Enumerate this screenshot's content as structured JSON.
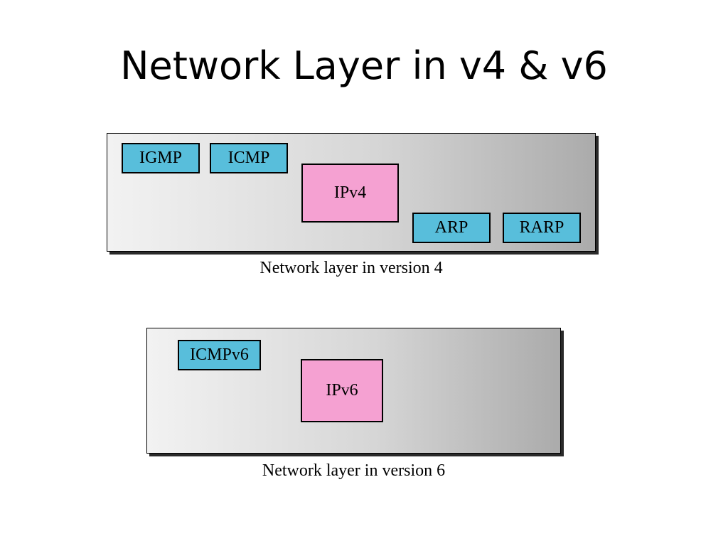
{
  "title": "Network Layer in v4 & v6",
  "diagrams": [
    {
      "caption": "Network layer in version 4",
      "protocols": [
        "IGMP",
        "ICMP",
        "IPv4",
        "ARP",
        "RARP"
      ]
    },
    {
      "caption": "Network layer in version 6",
      "protocols": [
        "ICMPv6",
        "IPv6"
      ]
    }
  ],
  "colors": {
    "helper_protocol": "#58bedb",
    "ip_protocol": "#f5a1d2",
    "panel_light": "#f2f2f2",
    "panel_dark": "#ababab"
  }
}
